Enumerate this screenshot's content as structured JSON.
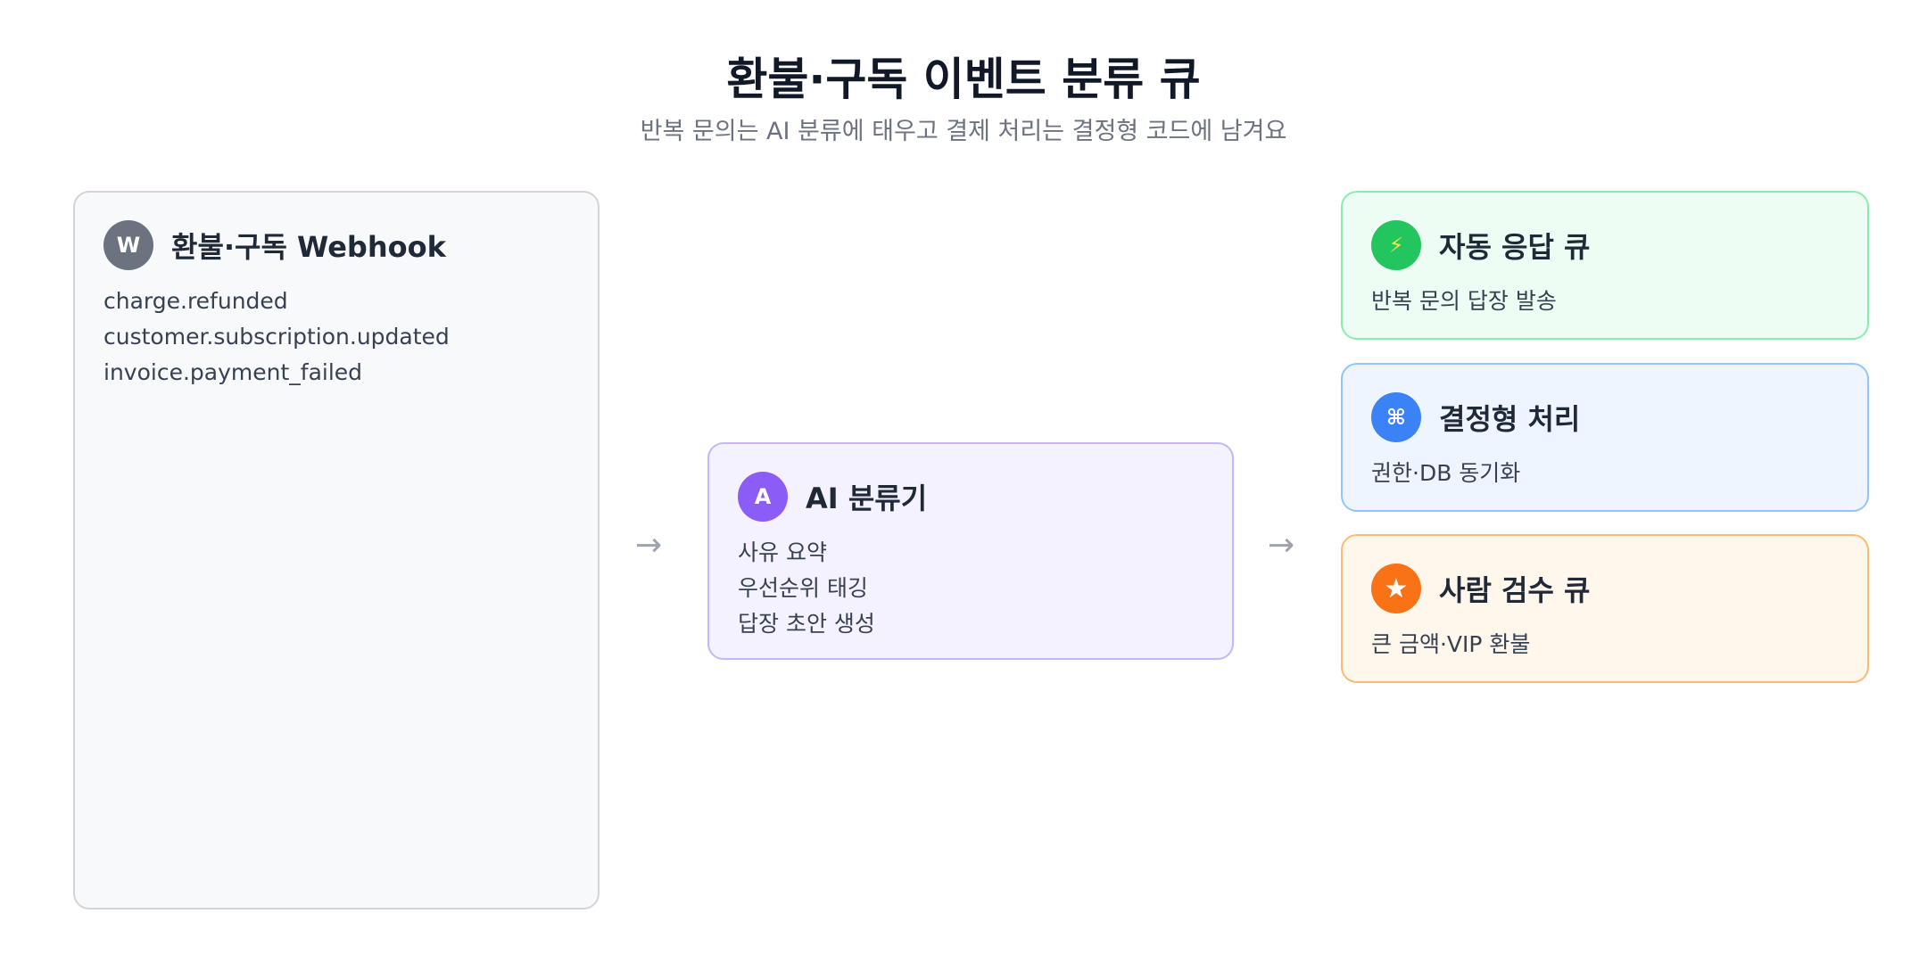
{
  "header": {
    "title": "환불·구독 이벤트 분류 큐",
    "subtitle": "반복 문의는 AI 분류에 태우고 결제 처리는 결정형 코드에 남겨요"
  },
  "source": {
    "badge": "W",
    "badge_color": "#6b7280",
    "title": "환불·구독 Webhook",
    "lines": [
      "charge.refunded",
      "customer.subscription.updated",
      "invoice.payment_failed"
    ]
  },
  "classifier": {
    "badge": "A",
    "badge_color": "#8b5cf6",
    "title": "AI 분류기",
    "lines": [
      "사유 요약",
      "우선순위 태깅",
      "답장 초안 생성"
    ]
  },
  "arrows": {
    "left": "→",
    "right": "→"
  },
  "outputs": [
    {
      "badge": "⚡",
      "badge_color": "#22c55e",
      "title": "자동 응답 큐",
      "line": "반복 문의 답장 발송"
    },
    {
      "badge": "⌘",
      "badge_color": "#3b82f6",
      "title": "결정형 처리",
      "line": "권한·DB 동기화"
    },
    {
      "badge": "★",
      "badge_color": "#f97316",
      "title": "사람 검수 큐",
      "line": "큰 금액·VIP 환불"
    }
  ]
}
